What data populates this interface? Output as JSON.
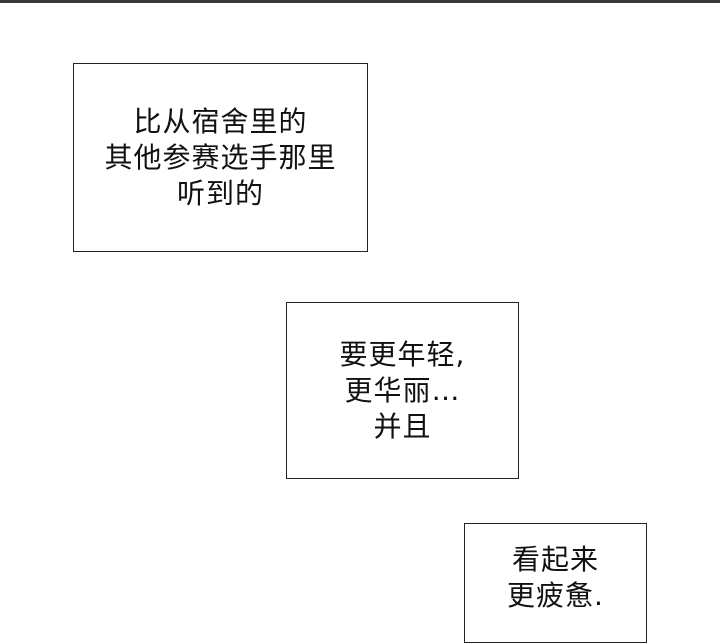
{
  "captions": [
    {
      "lines": [
        "比从宿舍里的",
        "其他参赛选手那里",
        "听到的"
      ]
    },
    {
      "lines": [
        "要更年轻,",
        "更华丽…",
        "并且"
      ]
    },
    {
      "lines": [
        "看起来",
        "更疲惫."
      ]
    }
  ]
}
